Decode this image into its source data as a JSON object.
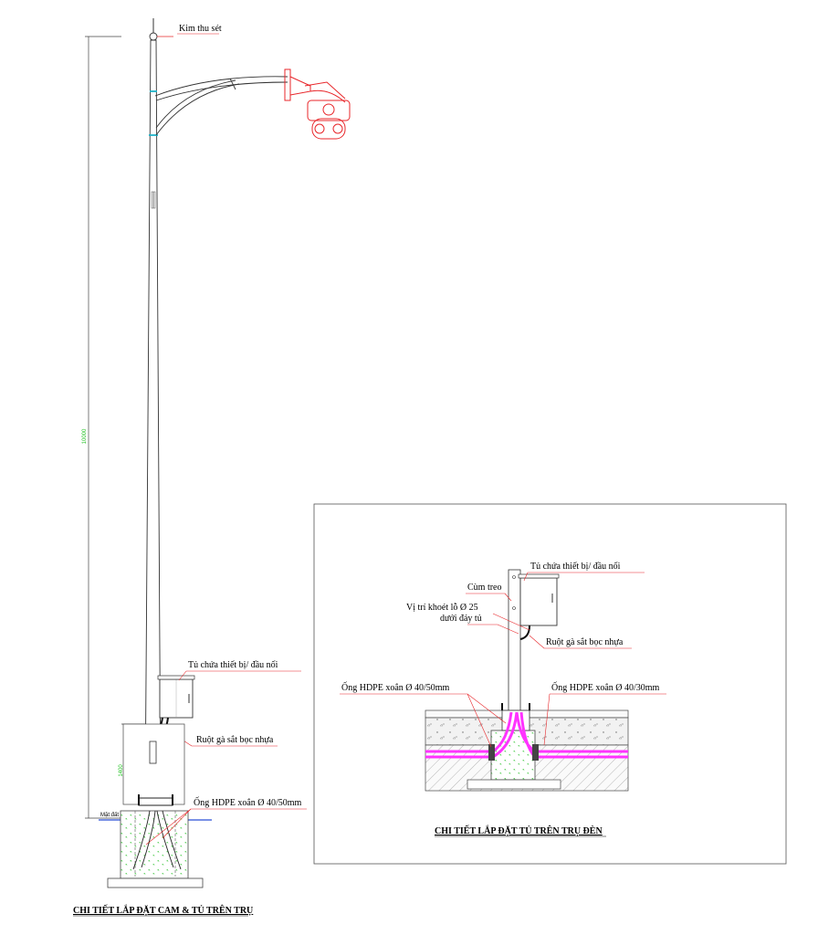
{
  "left_detail": {
    "title": "CHI TIẾT LẮP ĐẶT CAM & TỦ TRÊN TRỤ",
    "labels": {
      "lightning_rod": "Kim thu sét",
      "cabinet": "Tủ chứa thiết bị/ đầu nối",
      "conduit": "Ruột gà sắt bọc nhựa",
      "hdpe": "Ống HDPE xoắn Ø 40/50mm",
      "ground": "Mặt đất"
    },
    "dimensions": {
      "pole_height": "10000",
      "base_height": "1400"
    }
  },
  "right_detail": {
    "title": "CHI TIẾT LẮP ĐẶT TỦ TRÊN TRỤ ĐÈN",
    "labels": {
      "cabinet": "Tủ chứa thiết bị/ đầu nối",
      "bracket": "Cùm treo",
      "hole_line1": "Vị trí khoét lỗ Ø 25",
      "hole_line2": "dưới đáy tủ",
      "conduit": "Ruột gà sắt bọc nhựa",
      "hdpe_left": "Ống HDPE xoắn Ø 40/50mm",
      "hdpe_right": "Ống HDPE xoắn Ø 40/30mm"
    }
  },
  "colors": {
    "line": "#333333",
    "leader": "#e8262a",
    "camera": "#e8262a",
    "dimension": "#1ec01e",
    "pipe": "#ff33ff",
    "ground_line": "#2b4fd8",
    "joint": "#20b2c8"
  }
}
